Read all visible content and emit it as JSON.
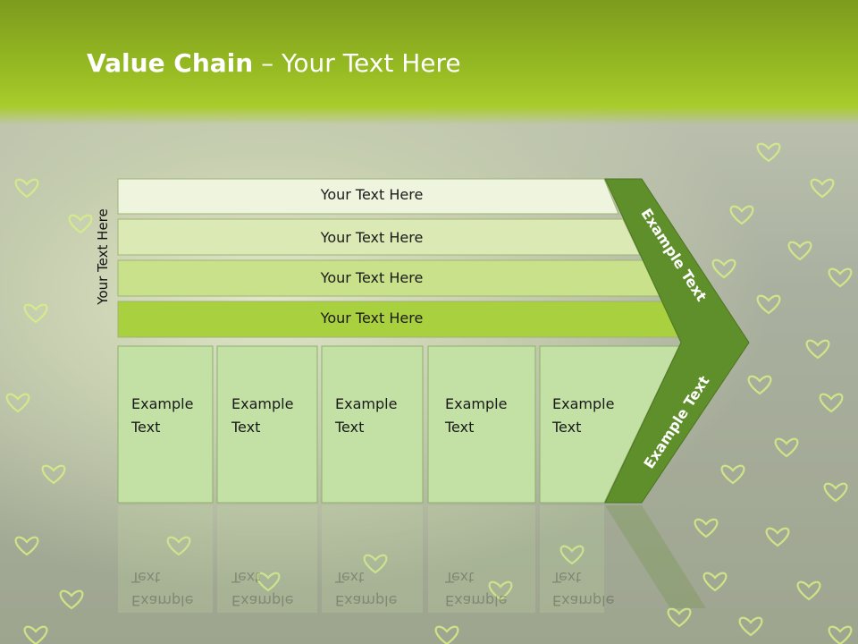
{
  "slide": {
    "title_bold": "Value Chain",
    "title_rest": " – Your Text Here",
    "vertical_label": "Your Text Here"
  },
  "rows": [
    {
      "label": "Your Text Here"
    },
    {
      "label": "Your Text Here"
    },
    {
      "label": "Your Text Here"
    },
    {
      "label": "Your Text Here"
    }
  ],
  "boxes": [
    {
      "line1": "Example",
      "line2": "Text"
    },
    {
      "line1": "Example",
      "line2": "Text"
    },
    {
      "line1": "Example",
      "line2": "Text"
    },
    {
      "line1": "Example",
      "line2": "Text"
    },
    {
      "line1": "Example",
      "line2": "Text"
    }
  ],
  "chevron": {
    "upper": "Example Text",
    "lower": "Example Text"
  },
  "colors": {
    "header": "#96ba22",
    "row1": "#eef4de",
    "row2": "#dbe9b5",
    "row3": "#c9e18a",
    "row4": "#a9d03e",
    "box": "#c3e0a5",
    "chevron": "#5e8f2b"
  }
}
